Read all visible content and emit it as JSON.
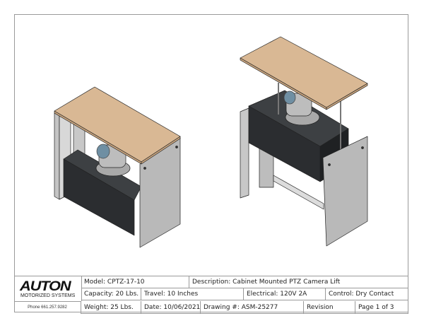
{
  "title_block": {
    "company": "AUTON",
    "company_sub": "MOTORIZED SYSTEMS",
    "phone": "Phone 661.257.9282",
    "model": "Model:  CPTZ-17-10",
    "description": "Description:   Cabinet Mounted PTZ Camera Lift",
    "capacity": "Capacity:  20 Lbs.",
    "travel": "Travel:   10 Inches",
    "electrical": "Electrical:  120V  2A",
    "control": "Control:  Dry Contact",
    "weight": "Weight: 25 Lbs.",
    "date": "Date: 10/06/2021",
    "drawing": "Drawing #: ASM-25277",
    "revision": "Revision",
    "page": "Page 1  of  3"
  },
  "colors": {
    "wood": "#d9b894",
    "box": "#35383b",
    "panel": "#b9b9b9",
    "frame": "#9a9a9a"
  }
}
